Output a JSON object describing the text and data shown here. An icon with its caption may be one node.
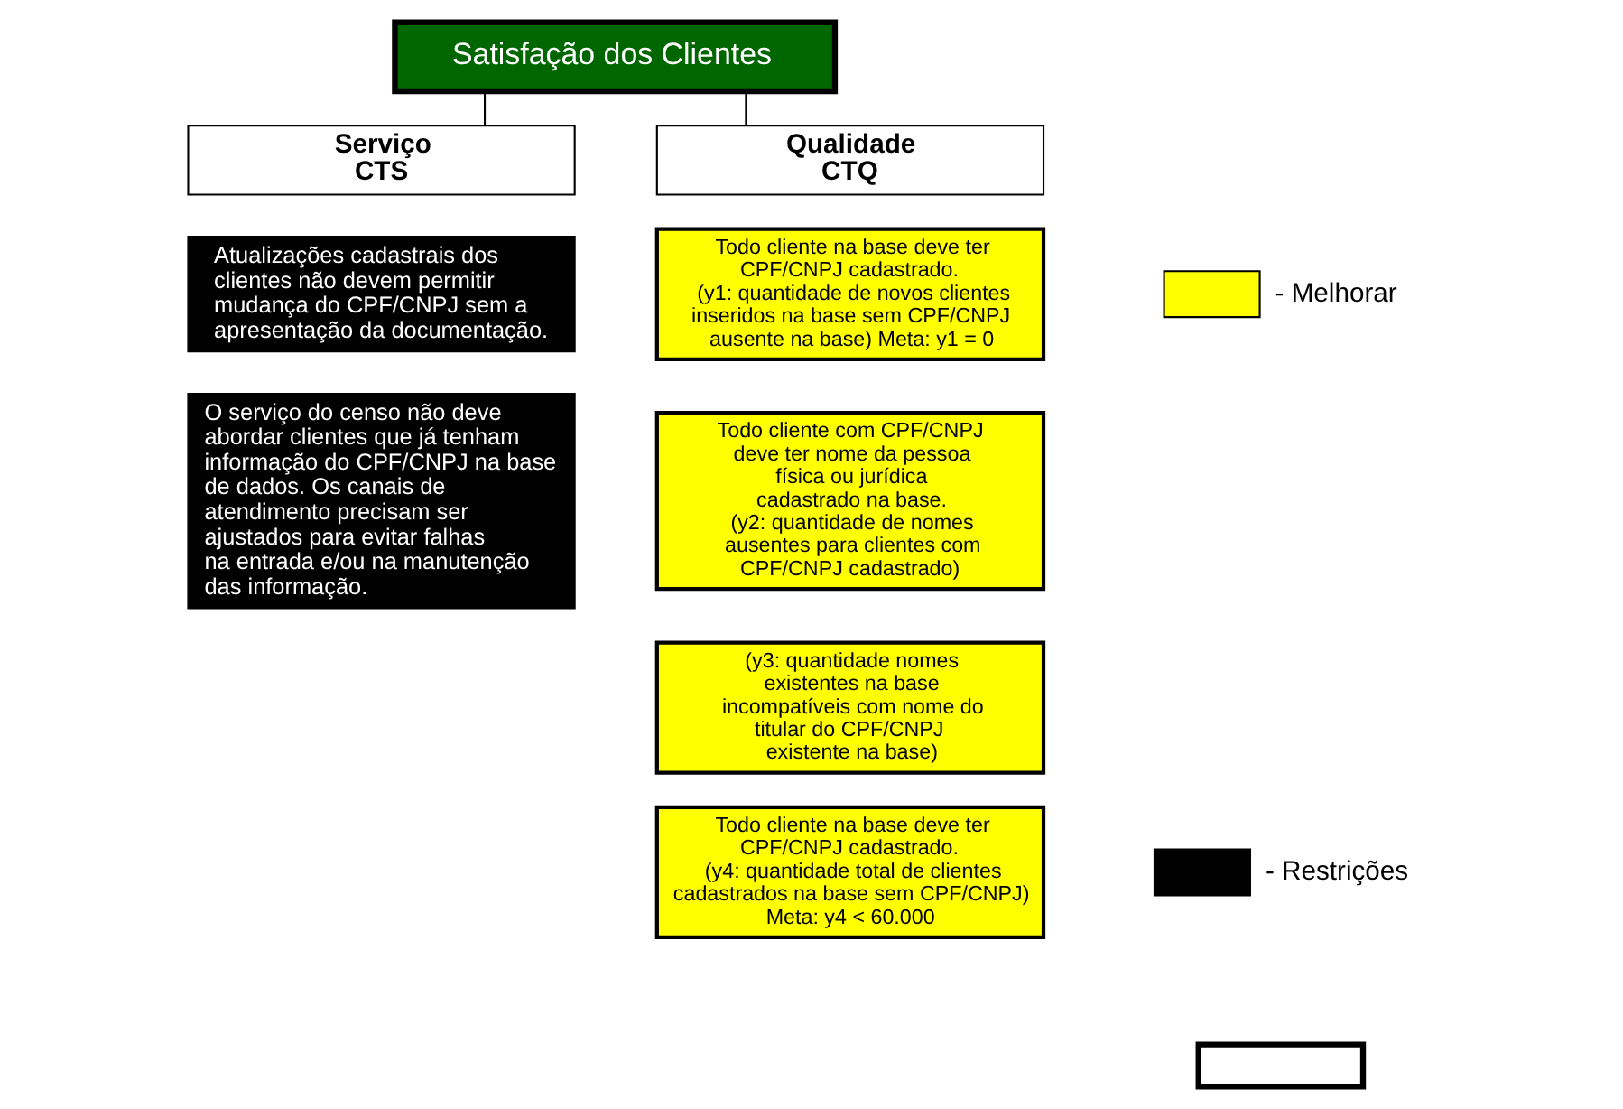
{
  "diagram": {
    "nodes": [
      {
        "text": [
          "Satisfação dos Clientes"
        ]
      },
      {
        "text": [
          "Serviço",
          "CTS"
        ]
      },
      {
        "text": [
          "Qualidade",
          "CTQ"
        ]
      },
      {
        "text": [
          "Atualizações cadastrais dos clientes não devem permitir mudança do CPF/CNPJ sem a apresentação da documentação."
        ]
      },
      {
        "text": [
          "O serviço do censo não deve abordar clientes que já tenham informação do CPF/CNPJ na base de dados. Os canais de atendimento precisam ser ajustados para evitar falhas na entrada e/ou na manutenção das informação."
        ]
      },
      {
        "text": [
          "Todo cliente na base deve ter CPF/CNPJ cadastrado.",
          "(y1: quantidade de novos clientes inseridos na base sem CPF/CNPJ ausente na base) Meta: y1 = 0"
        ]
      },
      {
        "text": [
          "Todo cliente com CPF/CNPJ deve ter nome da pessoa física ou jurídica cadastrado na base.",
          "(y2: quantidade de nomes ausentes para clientes com CPF/CNPJ cadastrado)"
        ]
      },
      {
        "text": [
          "(y3: quantidade nomes existentes na base incompatíveis com nome do titular do CPF/CNPJ existente na base)"
        ]
      },
      {
        "text": [
          "Todo cliente na base deve ter CPF/CNPJ cadastrado.",
          "(y4: quantidade total de clientes cadastrados na base sem CPF/CNPJ) Meta: y4 < 60.000"
        ]
      },
      {
        "text": [],
        "shape": "box"
      }
    ],
    "edges": [
      {
        "from": 0,
        "to": 1,
        "arrow": "none"
      },
      {
        "from": 0,
        "to": 2,
        "arrow": "none"
      }
    ],
    "legend": [
      {
        "text": "- Melhorar",
        "color": "#ffff00"
      },
      {
        "text": "- Restrições",
        "color": "#000000"
      }
    ]
  }
}
